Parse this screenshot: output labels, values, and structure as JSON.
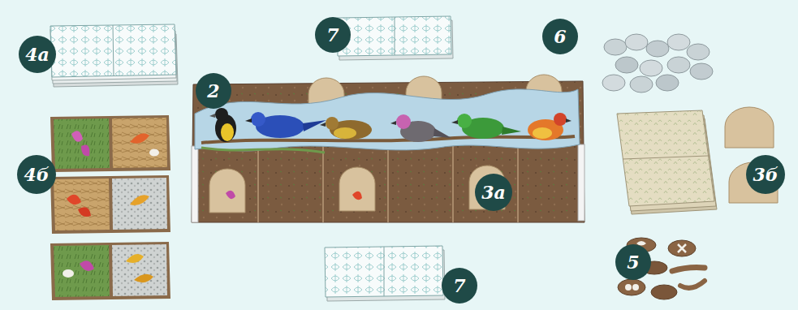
{
  "diagram": {
    "labels": [
      "7",
      "6",
      "4а",
      "2",
      "4б",
      "3б",
      "3а",
      "5",
      "7"
    ]
  }
}
